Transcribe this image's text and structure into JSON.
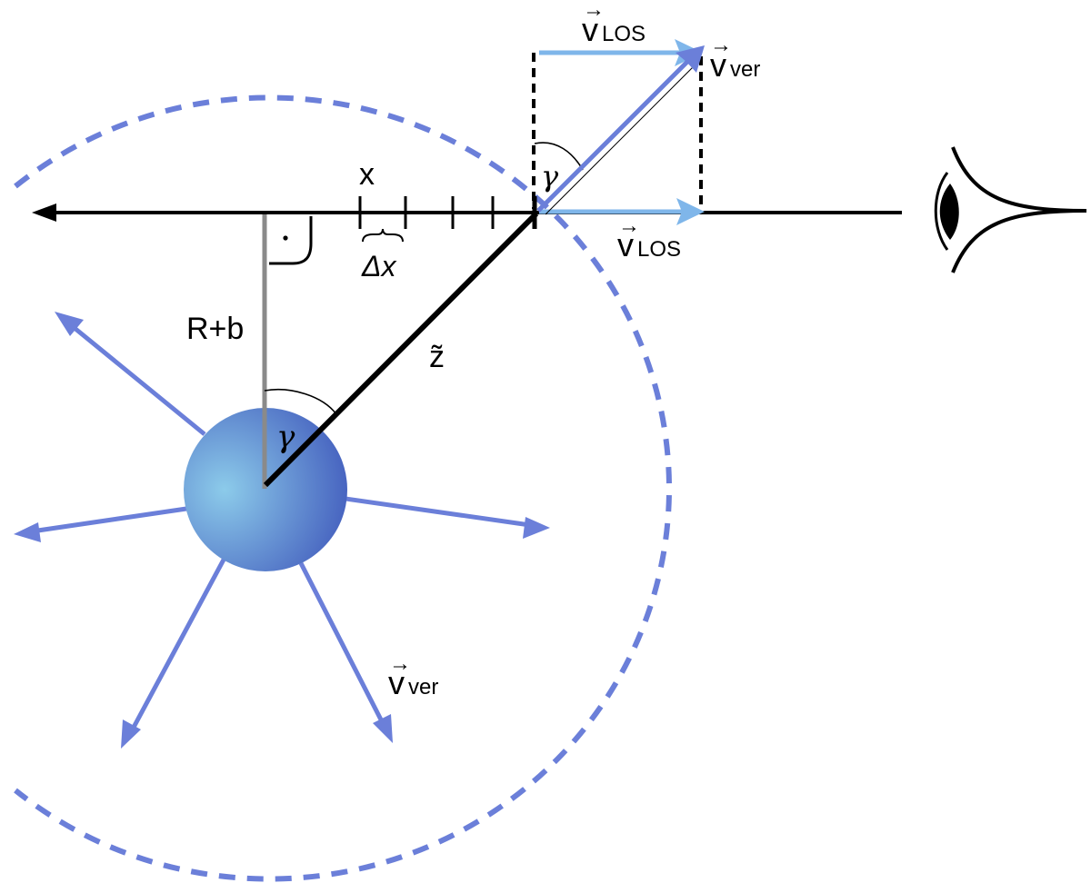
{
  "colors": {
    "background": "#ffffff",
    "axis": "#000000",
    "velocity_arrow": "#6b7fd9",
    "los_arrow": "#7fb6ea",
    "shell_dashed": "#6b7fd9",
    "radius_line": "#8a8a8a",
    "star_light": "#8ccbea",
    "star_dark": "#3a50b8"
  },
  "icons": {
    "observer": "eye-icon",
    "right_angle": "right-angle-marker",
    "star": "star-sphere"
  },
  "labels": {
    "x": "x",
    "delta_x": "Δx",
    "radius_plus_b": "R+b",
    "z_tilde": "z̃",
    "gamma_center": "γ",
    "gamma_top": "γ",
    "v_los_top": "v",
    "v_los_top_sub": "LOS",
    "v_los_bottom": "v",
    "v_los_bottom_sub": "LOS",
    "v_ver_top": "v",
    "v_ver_top_sub": "ver",
    "v_ver_wind": "v",
    "v_ver_wind_sub": "ver",
    "vector_arrow": "→"
  }
}
